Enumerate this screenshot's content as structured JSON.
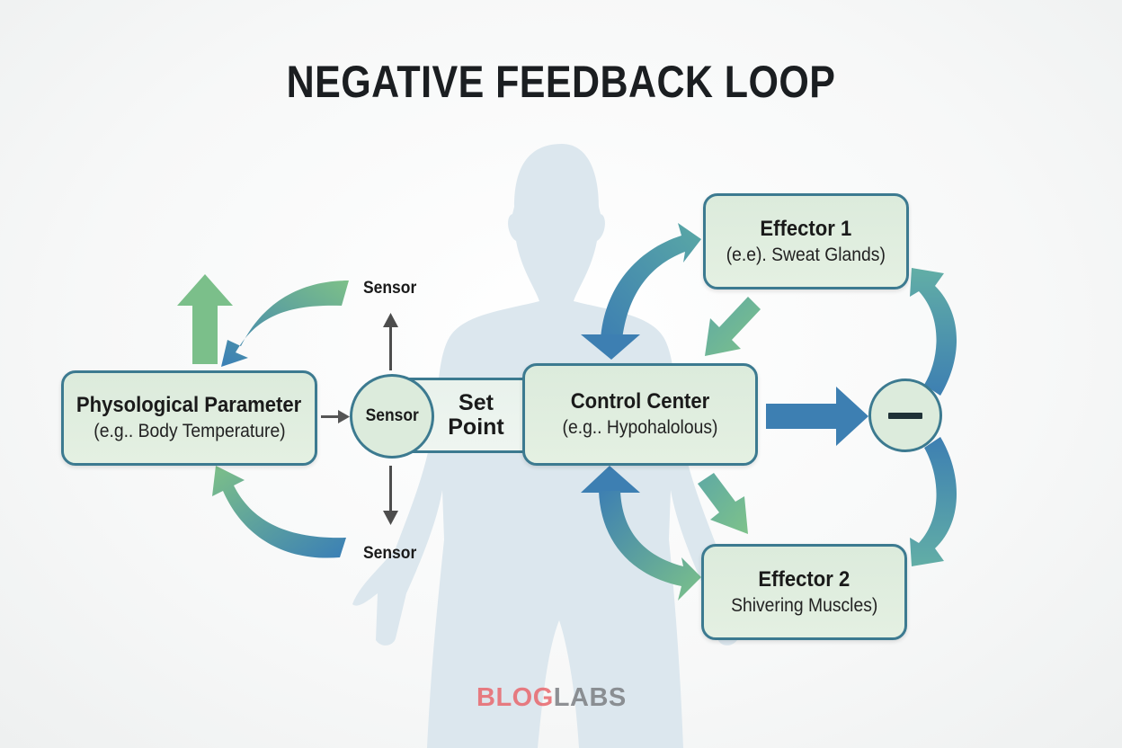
{
  "title": "NEGATIVE FEEDBACK LOOP",
  "nodes": {
    "parameter": {
      "heading": "Physological Parameter",
      "sub": "(e.g.. Body Temperature)"
    },
    "sensor": {
      "label": "Sensor"
    },
    "set_point": {
      "label": "Set Point"
    },
    "control_center": {
      "heading": "Control Center",
      "sub": "(e.g.. Hypohalolous)"
    },
    "effector1": {
      "heading": "Effector 1",
      "sub": "(e.e). Sweat Glands)"
    },
    "effector2": {
      "heading": "Effector 2",
      "sub": "Shivering Muscles)"
    },
    "negative": {
      "symbol": "minus"
    }
  },
  "labels": {
    "sensor_top": "Sensor",
    "sensor_bottom": "Sensor"
  },
  "watermark": {
    "part1": "BLOG",
    "part2": "LABS"
  },
  "colors": {
    "border": "#3c7a90",
    "box_fill": "#dcebdc",
    "arrow_blue": "#3d7fb0",
    "arrow_green": "#79bd8a",
    "arrow_teal": "#5aa5a8",
    "silhouette": "#dce7ee",
    "text": "#1a1a1a"
  }
}
